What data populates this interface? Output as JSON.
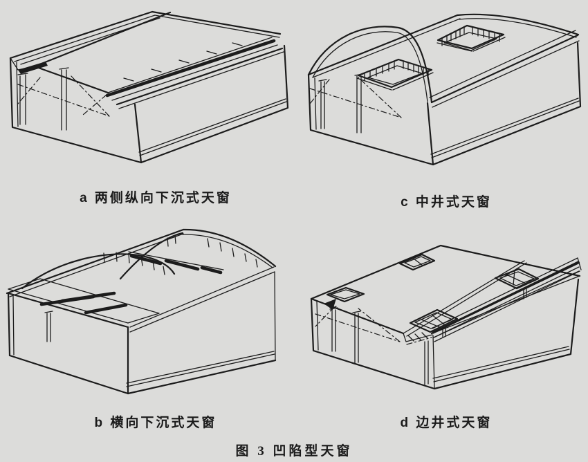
{
  "page": {
    "background_color": "#dcdcda",
    "line_color": "#1c1c1c",
    "text_color": "#1a1a1a"
  },
  "figure": {
    "caption": "图 3  凹陷型天窗",
    "panels": [
      {
        "id": "a",
        "label": "a 两侧纵向下沉式天窗"
      },
      {
        "id": "c",
        "label": "c 中井式天窗"
      },
      {
        "id": "b",
        "label": "b 横向下沉式天窗"
      },
      {
        "id": "d",
        "label": "d 边井式天窗"
      }
    ]
  }
}
